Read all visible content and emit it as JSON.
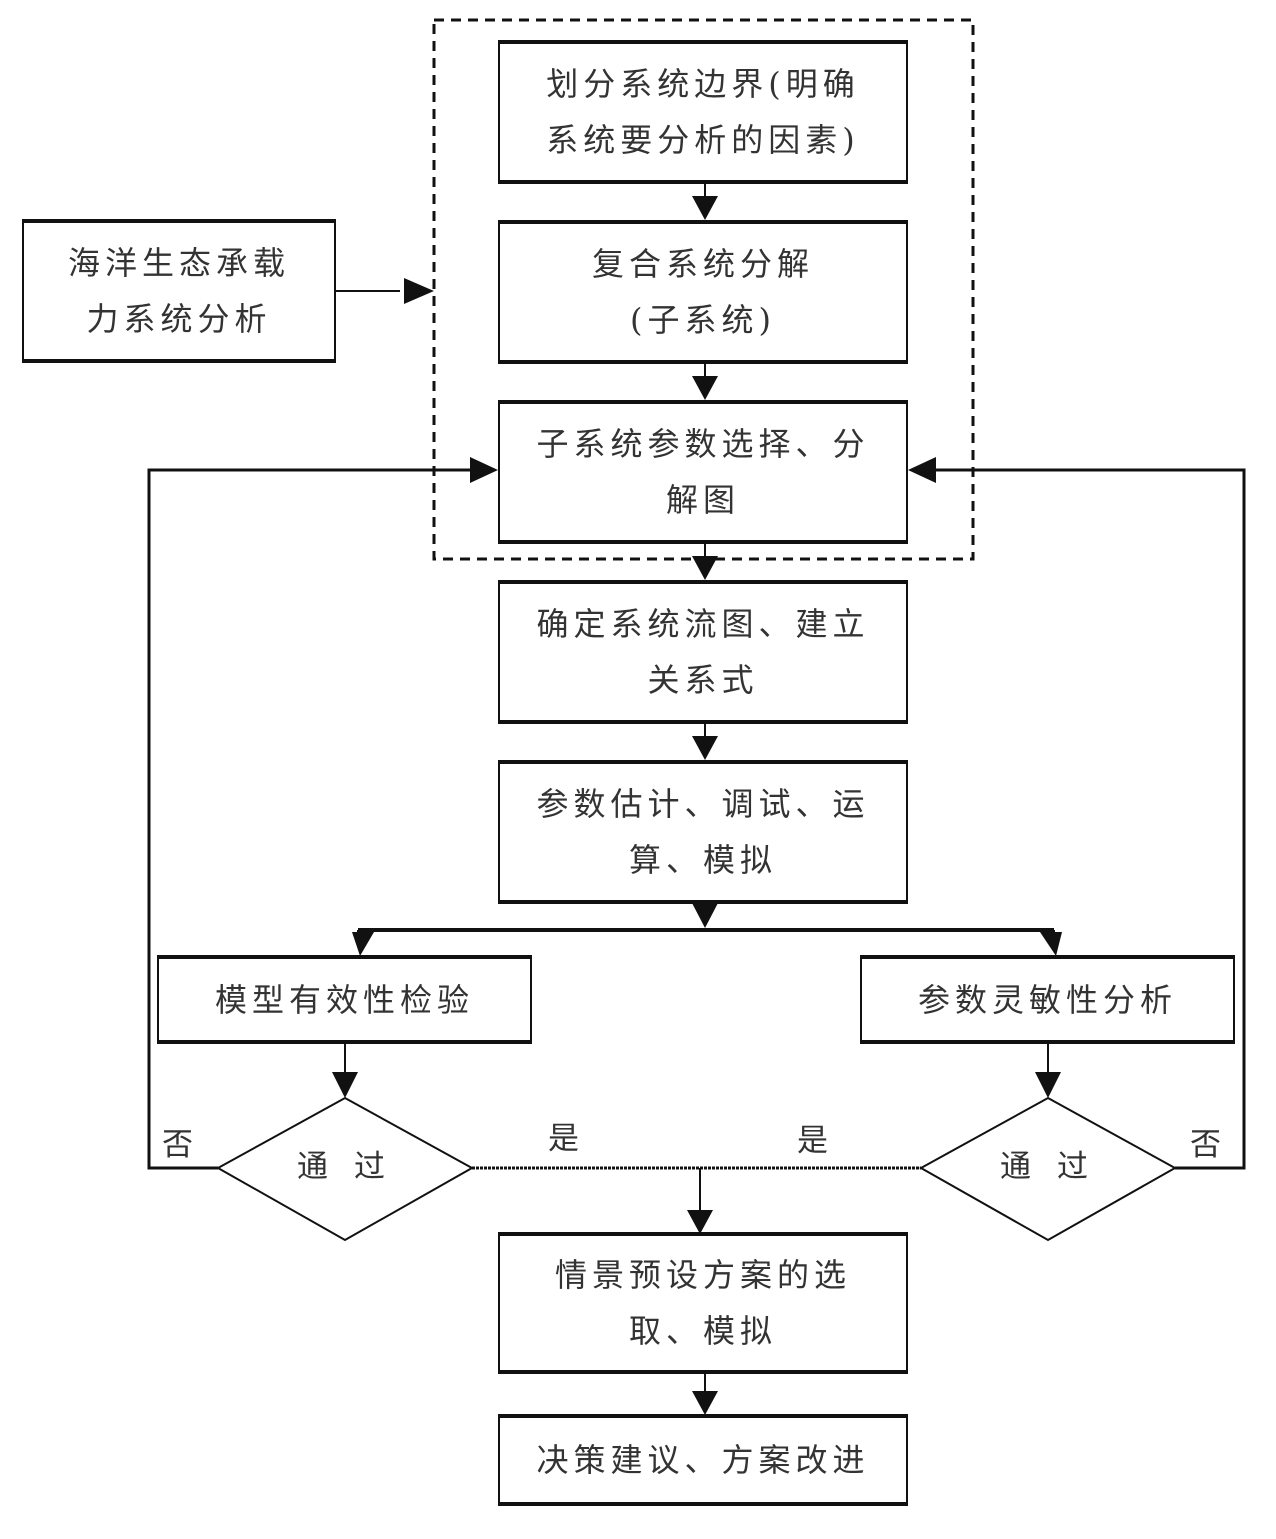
{
  "diagram": {
    "input_box": {
      "lines": [
        "海洋生态承载",
        "力系统分析"
      ]
    },
    "steps": [
      {
        "id": "boundary",
        "lines": [
          "划分系统边界(明确",
          "系统要分析的因素)"
        ]
      },
      {
        "id": "decompose",
        "lines": [
          "复合系统分解",
          "(子系统)"
        ]
      },
      {
        "id": "params",
        "lines": [
          "子系统参数选择、分",
          "解图"
        ]
      },
      {
        "id": "flow",
        "lines": [
          "确定系统流图、建立",
          "关系式"
        ]
      },
      {
        "id": "estimate",
        "lines": [
          "参数估计、调试、运",
          "算、模拟"
        ]
      }
    ],
    "branches": {
      "left": {
        "label": "模型有效性检验",
        "decision": "通过",
        "yes": "是",
        "no": "否"
      },
      "right": {
        "label": "参数灵敏性分析",
        "decision": "通过",
        "yes": "是",
        "no": "否"
      }
    },
    "after": [
      {
        "id": "scenario",
        "lines": [
          "情景预设方案的选",
          "取、模拟"
        ]
      },
      {
        "id": "decision",
        "lines": [
          "决策建议、方案改进"
        ]
      }
    ],
    "colors": {
      "line": "#111111",
      "text": "#333333",
      "background": "#ffffff"
    }
  }
}
